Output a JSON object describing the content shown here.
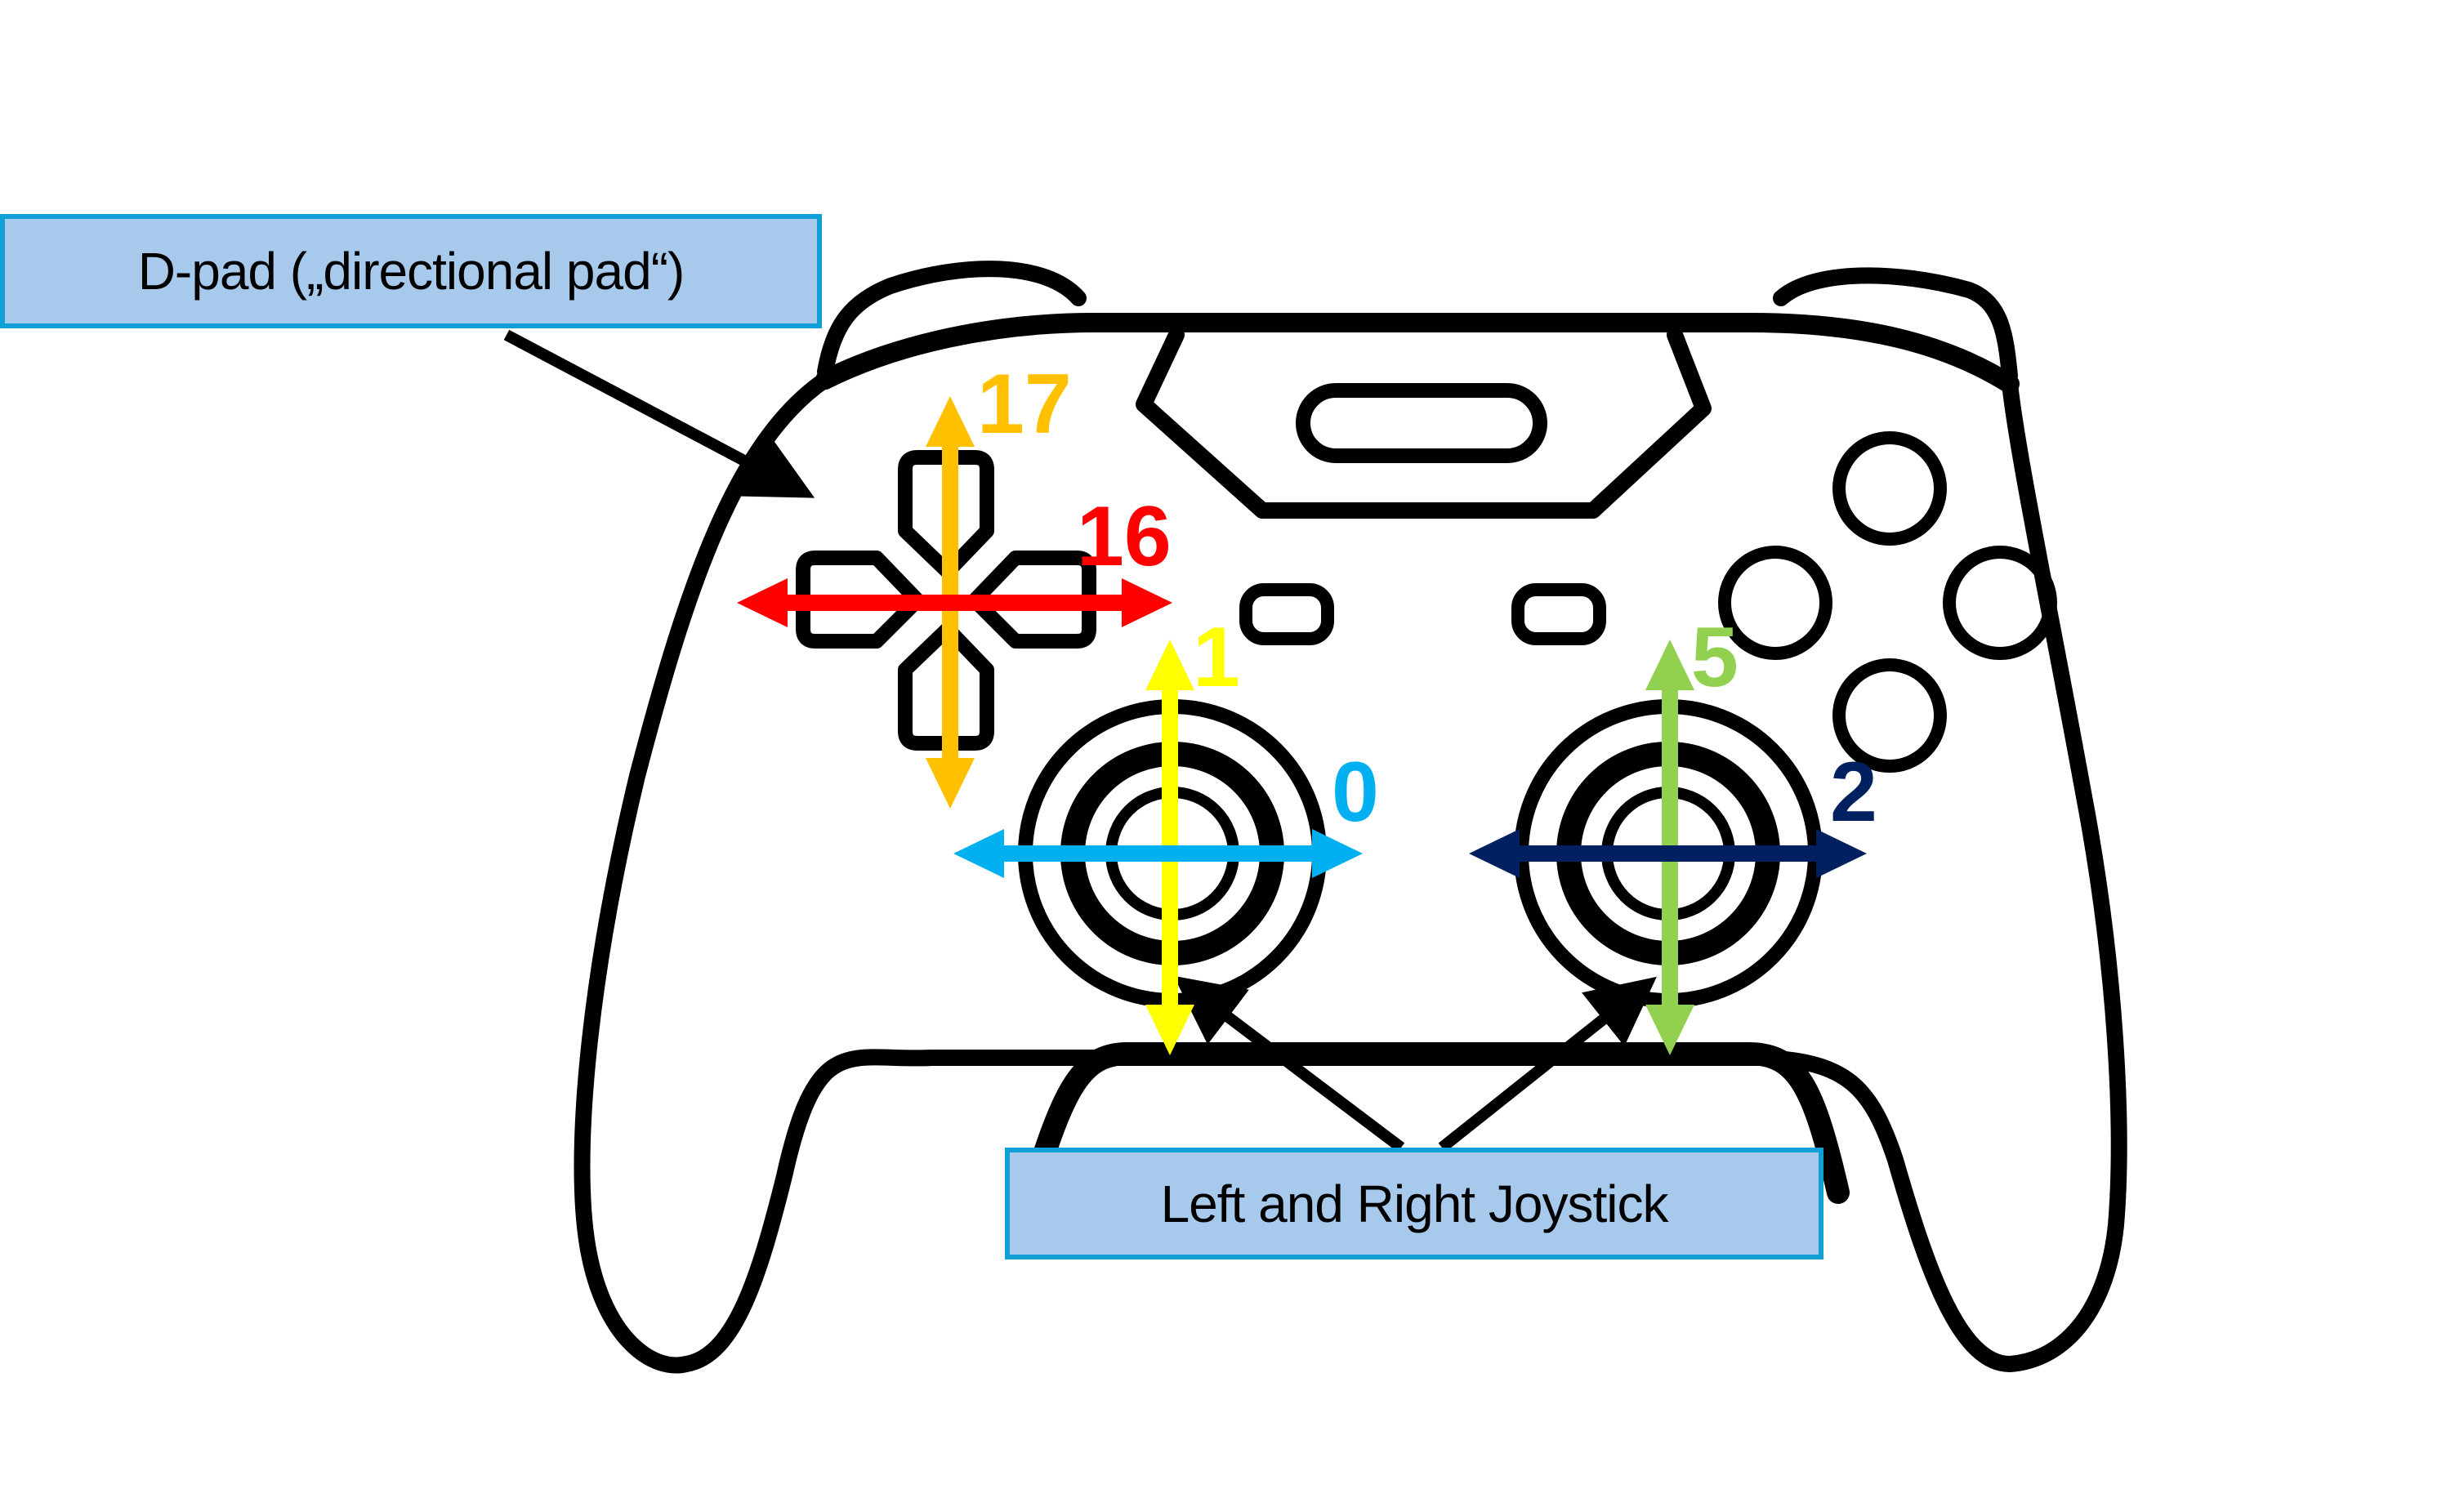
{
  "title": "Gamepad axis mapping",
  "callouts": {
    "dpad": "D-pad („directional pad“)",
    "joysticks": "Left and Right Joystick"
  },
  "axes": [
    {
      "id": "dpad-vertical",
      "label": "17",
      "control": "D-pad",
      "orientation": "vertical",
      "color": "#ffc000"
    },
    {
      "id": "dpad-horizontal",
      "label": "16",
      "control": "D-pad",
      "orientation": "horizontal",
      "color": "#ff0000"
    },
    {
      "id": "left-stick-vertical",
      "label": "1",
      "control": "Left joystick",
      "orientation": "vertical",
      "color": "#ffff00"
    },
    {
      "id": "left-stick-horizontal",
      "label": "0",
      "control": "Left joystick",
      "orientation": "horizontal",
      "color": "#00b0f0"
    },
    {
      "id": "right-stick-vertical",
      "label": "5",
      "control": "Right joystick",
      "orientation": "vertical",
      "color": "#92d050"
    },
    {
      "id": "right-stick-horizontal",
      "label": "2",
      "control": "Right joystick",
      "orientation": "horizontal",
      "color": "#002060"
    }
  ],
  "colors": {
    "outline": "#000000",
    "callout_fill": "#a7c9eb",
    "callout_border": "#10a0d8"
  }
}
